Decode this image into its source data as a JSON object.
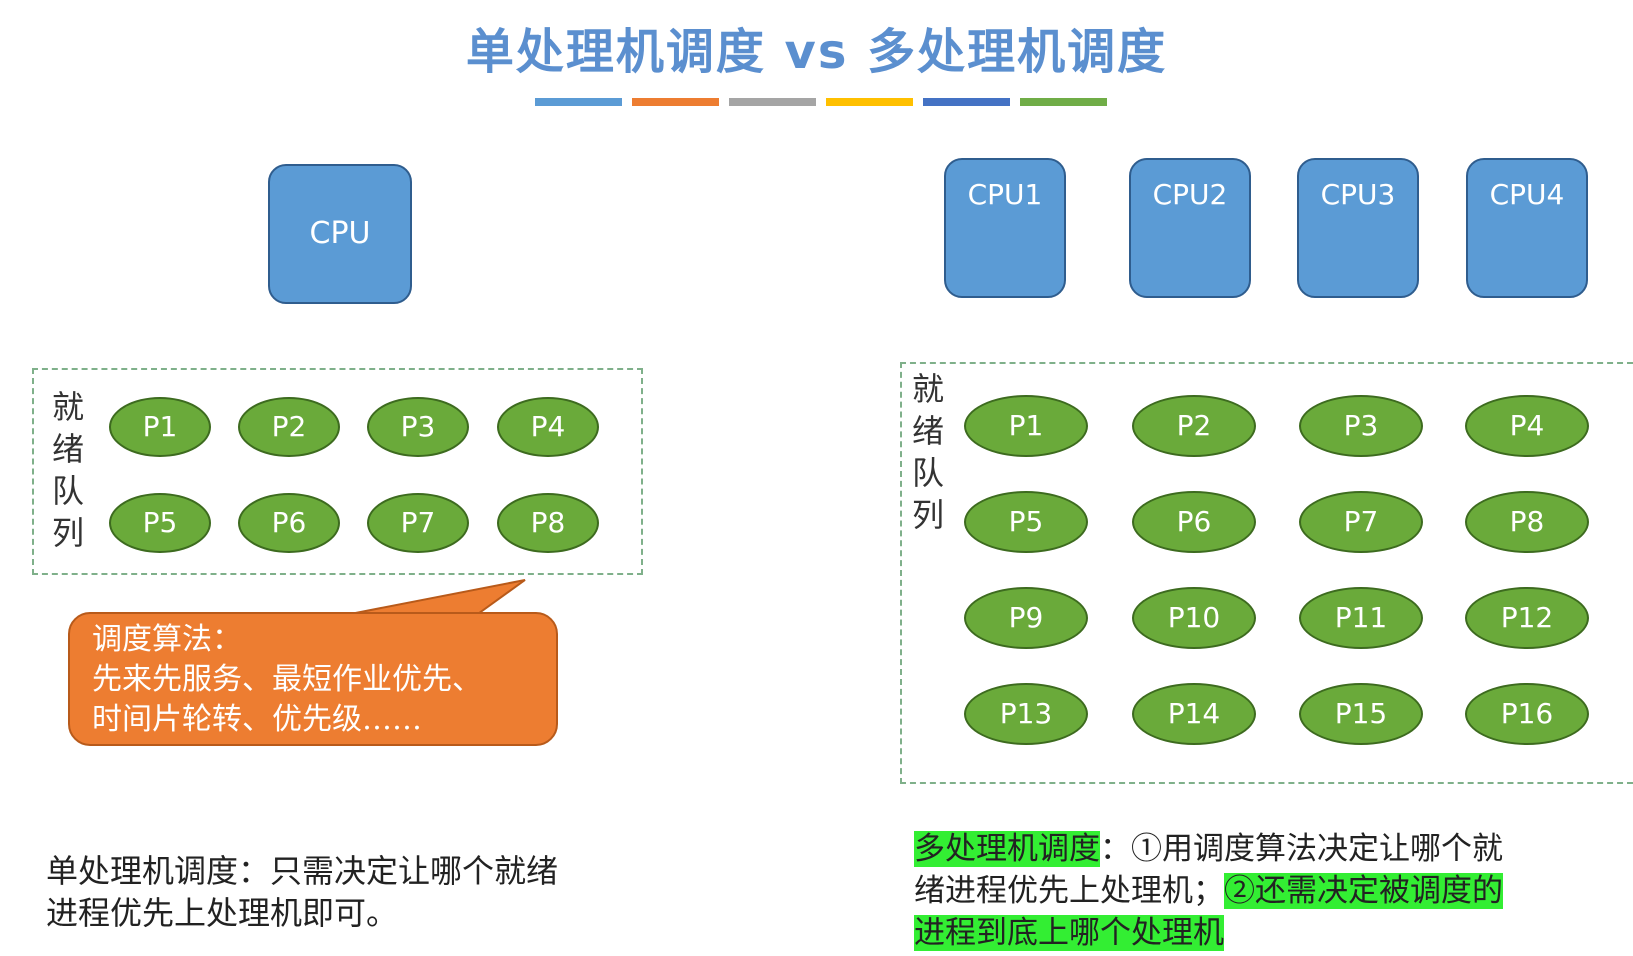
{
  "title": "单处理机调度 vs 多处理机调度",
  "colors": {
    "bars": [
      "#5b9bd5",
      "#ed7d31",
      "#a5a5a5",
      "#ffc000",
      "#4472c4",
      "#70ad47"
    ],
    "cpu": "#5b9bd5",
    "process": "#6aaa3a",
    "callout": "#ed7d31",
    "highlight": "#33ee33"
  },
  "single": {
    "cpu_label": "CPU",
    "queue_label": [
      "就",
      "绪",
      "队",
      "列"
    ],
    "processes": [
      "P1",
      "P2",
      "P3",
      "P4",
      "P5",
      "P6",
      "P7",
      "P8"
    ],
    "callout": {
      "line1": "调度算法：",
      "line2": "先来先服务、最短作业优先、",
      "line3": "时间片轮转、优先级……"
    },
    "note": {
      "line1": "单处理机调度：只需决定让哪个就绪",
      "line2": "进程优先上处理机即可。"
    }
  },
  "multi": {
    "cpus": [
      "CPU1",
      "CPU2",
      "CPU3",
      "CPU4"
    ],
    "queue_label": [
      "就",
      "绪",
      "队",
      "列"
    ],
    "processes": [
      "P1",
      "P2",
      "P3",
      "P4",
      "P5",
      "P6",
      "P7",
      "P8",
      "P9",
      "P10",
      "P11",
      "P12",
      "P13",
      "P14",
      "P15",
      "P16"
    ],
    "note": {
      "heading": "多处理机调度",
      "colon": "：",
      "part1a": "①用调度算法决定让哪个就",
      "part1b": "绪进程优先上处理机；",
      "part2a": "②还需决定被调度的",
      "part2b": "进程到底上哪个处理机"
    }
  }
}
